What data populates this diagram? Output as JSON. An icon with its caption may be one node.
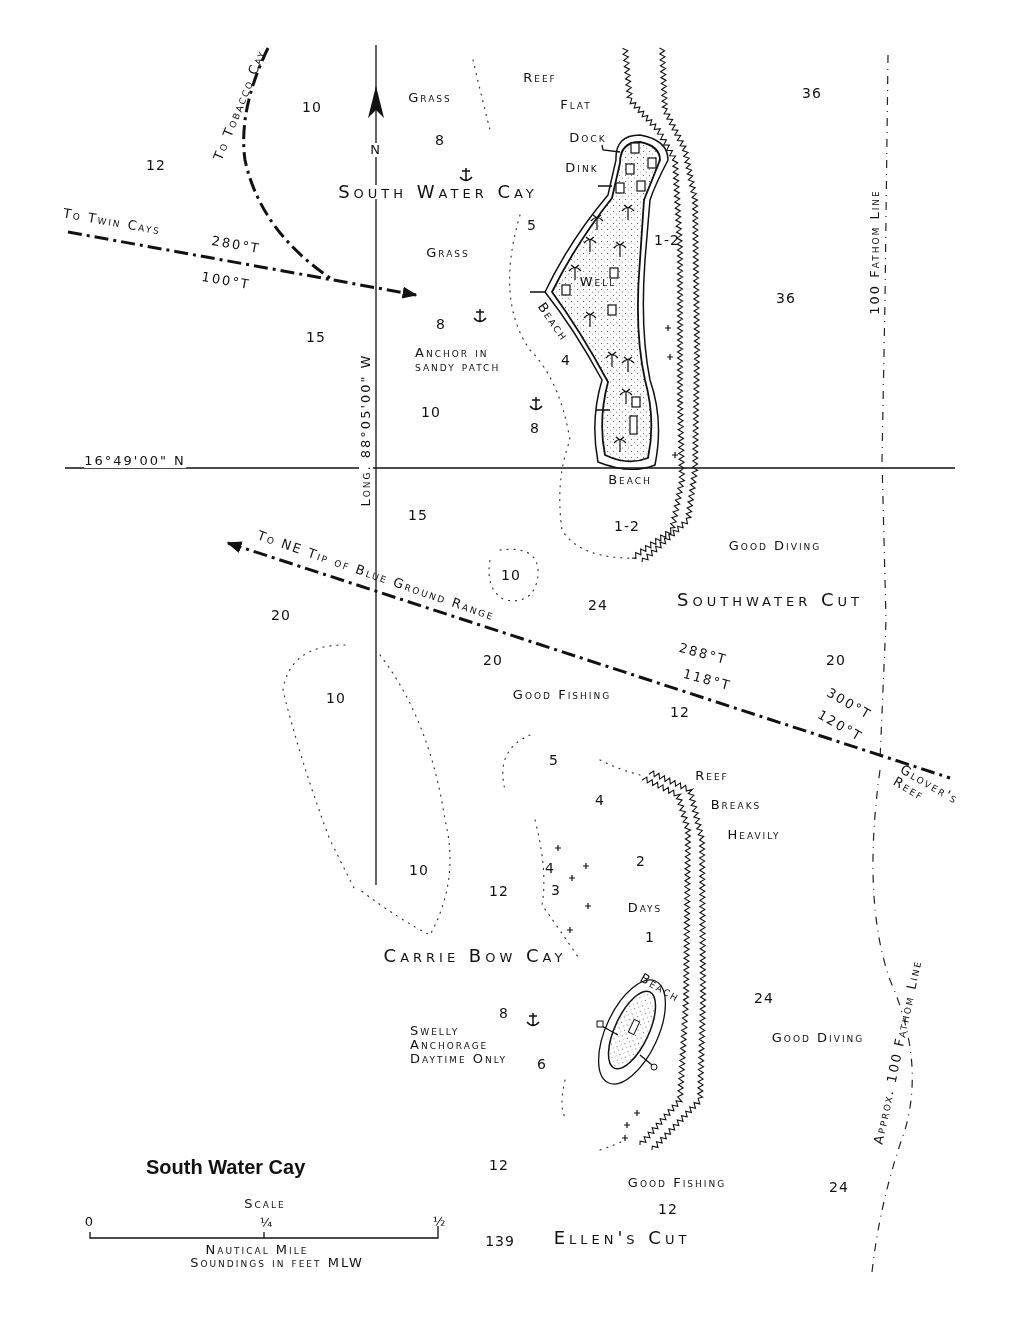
{
  "diagram": {
    "title": "South Water Cay",
    "labels": [
      "Reef",
      "Flat",
      "36",
      "To Tobacco Cay",
      "Grass",
      "10",
      "8",
      "N",
      "Dock",
      "Dink",
      "12",
      "South Water Cay",
      "5",
      "1-2",
      "100 Fathom Line",
      "To Twin Cays",
      "280°T",
      "Grass",
      "100°T",
      "Well",
      "36",
      "Beach",
      "15",
      "8",
      "Anchor in sandy patch",
      "4",
      "Long. 88°05'00\" W",
      "10",
      "8",
      "16°49'00\" N",
      "Beach",
      "15",
      "1-2",
      "Good Diving",
      "To NE Tip of Blue Ground Range",
      "10",
      "20",
      "24",
      "Southwater Cut",
      "288°T",
      "20",
      "20",
      "118°T",
      "10",
      "Good Fishing",
      "300°T",
      "12",
      "120°T",
      "Glover's Reef",
      "5",
      "Reef",
      "4",
      "Breaks",
      "Heavily",
      "2",
      "4",
      "10",
      "12",
      "3",
      "Days",
      "1",
      "Carrie Bow Cay",
      "Beach",
      "24",
      "Approx. 100 Fathom Line",
      "8",
      "Swelly Anchorage Daytime Only",
      "Good Diving",
      "6",
      "12",
      "Good Fishing",
      "24",
      "Scale",
      "12",
      "¼",
      "0",
      "½",
      "139",
      "Ellen's Cut",
      "Nautical Mile",
      "Soundings in feet MLW"
    ]
  }
}
